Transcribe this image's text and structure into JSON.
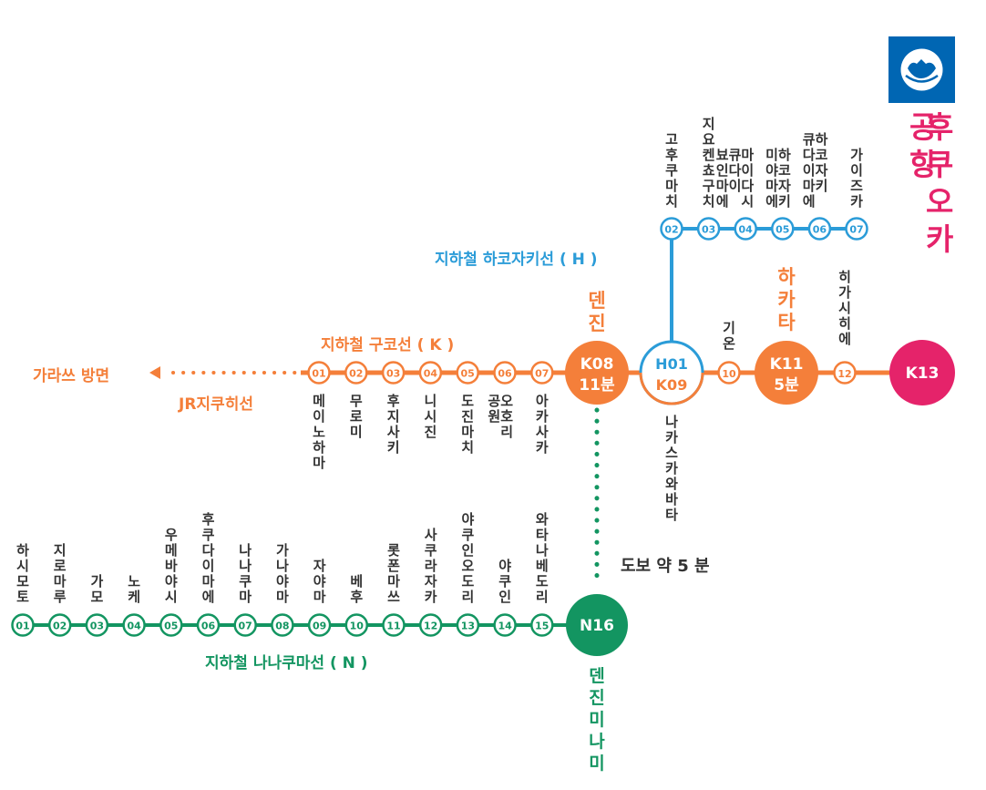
{
  "colors": {
    "kuko": "#f47f3a",
    "hakozaki": "#2b9cd8",
    "nanakuma": "#139561",
    "airport": "#e5236a",
    "logo_bg": "#0066b3",
    "text": "#333333"
  },
  "airport": {
    "name": "후쿠오카 공항",
    "code": "K13",
    "logo_icon": "airport-icon"
  },
  "lines": {
    "kuko": {
      "name": "지하철 구코선 ( K )"
    },
    "hakozaki": {
      "name": "지하철 하코자키선 ( H )"
    },
    "nanakuma": {
      "name": "지하철 나나쿠마선 ( N )"
    },
    "jr": {
      "direction": "가라쓰 방면",
      "name": "JR지쿠히선"
    }
  },
  "kuko_stations": [
    {
      "num": "01",
      "name": "메이노하마"
    },
    {
      "num": "02",
      "name": "무로미"
    },
    {
      "num": "03",
      "name": "후지사키"
    },
    {
      "num": "04",
      "name": "니시진"
    },
    {
      "num": "05",
      "name": "도진마치"
    },
    {
      "num": "06",
      "name": "오호리 공원"
    },
    {
      "num": "07",
      "name": "아카사카"
    }
  ],
  "major": {
    "tenjin": {
      "name": "덴진",
      "code": "K08",
      "time": "11분"
    },
    "nakasu": {
      "name": "나카스카와바타",
      "code_h": "H01",
      "code_k": "K09"
    },
    "gion": {
      "num": "10",
      "name": "기온"
    },
    "hakata": {
      "name": "하카타",
      "code": "K11",
      "time": "5분"
    },
    "higashihie": {
      "num": "12",
      "name": "히가시히에"
    },
    "tenjin_minami": {
      "name": "덴진미나미",
      "code": "N16"
    }
  },
  "hakozaki_stations": [
    {
      "num": "02",
      "name": "고후쿠마치"
    },
    {
      "num": "03",
      "name": "지요켄쵸구치"
    },
    {
      "num": "04",
      "name": "마이다시 큐다이 뵤인마에"
    },
    {
      "num": "05",
      "name": "하코자키 미야마에"
    },
    {
      "num": "06",
      "name": "하코자키 큐다이마에"
    },
    {
      "num": "07",
      "name": "가이즈카"
    }
  ],
  "nanakuma_stations": [
    {
      "num": "01",
      "name": "하시모토"
    },
    {
      "num": "02",
      "name": "지로마루"
    },
    {
      "num": "03",
      "name": "가모"
    },
    {
      "num": "04",
      "name": "노케"
    },
    {
      "num": "05",
      "name": "우메바야시"
    },
    {
      "num": "06",
      "name": "후쿠다이마에"
    },
    {
      "num": "07",
      "name": "나나쿠마"
    },
    {
      "num": "08",
      "name": "가나야마"
    },
    {
      "num": "09",
      "name": "자야마"
    },
    {
      "num": "10",
      "name": "베후"
    },
    {
      "num": "11",
      "name": "롯폰마쓰"
    },
    {
      "num": "12",
      "name": "사쿠라자카"
    },
    {
      "num": "13",
      "name": "야쿠인오도리"
    },
    {
      "num": "14",
      "name": "야쿠인"
    },
    {
      "num": "15",
      "name": "와타나베도리"
    }
  ],
  "walk": {
    "label": "도보 약 5 분"
  }
}
